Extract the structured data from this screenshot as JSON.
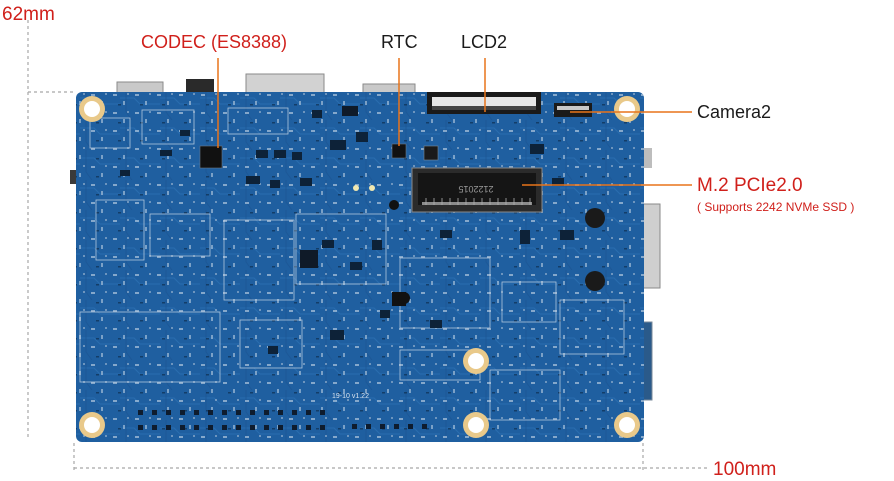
{
  "dimensions": {
    "height_label": "62mm",
    "width_label": "100mm"
  },
  "callouts": {
    "codec": "CODEC (ES8388)",
    "rtc": "RTC",
    "lcd2": "LCD2",
    "camera2": "Camera2",
    "m2_title": "M.2 PCIe2.0",
    "m2_subtitle": "( Supports 2242 NVMe SSD )"
  },
  "board_markings": {
    "m2_chip_text": "2122015",
    "version_text": "19-10 v1.22"
  },
  "colors": {
    "board": "#1f5fa0",
    "callout_red": "#d0201b",
    "callout_dark": "#1a1a1a",
    "leader_line": "#e8741a",
    "mount_hole": "#e9c98a"
  }
}
